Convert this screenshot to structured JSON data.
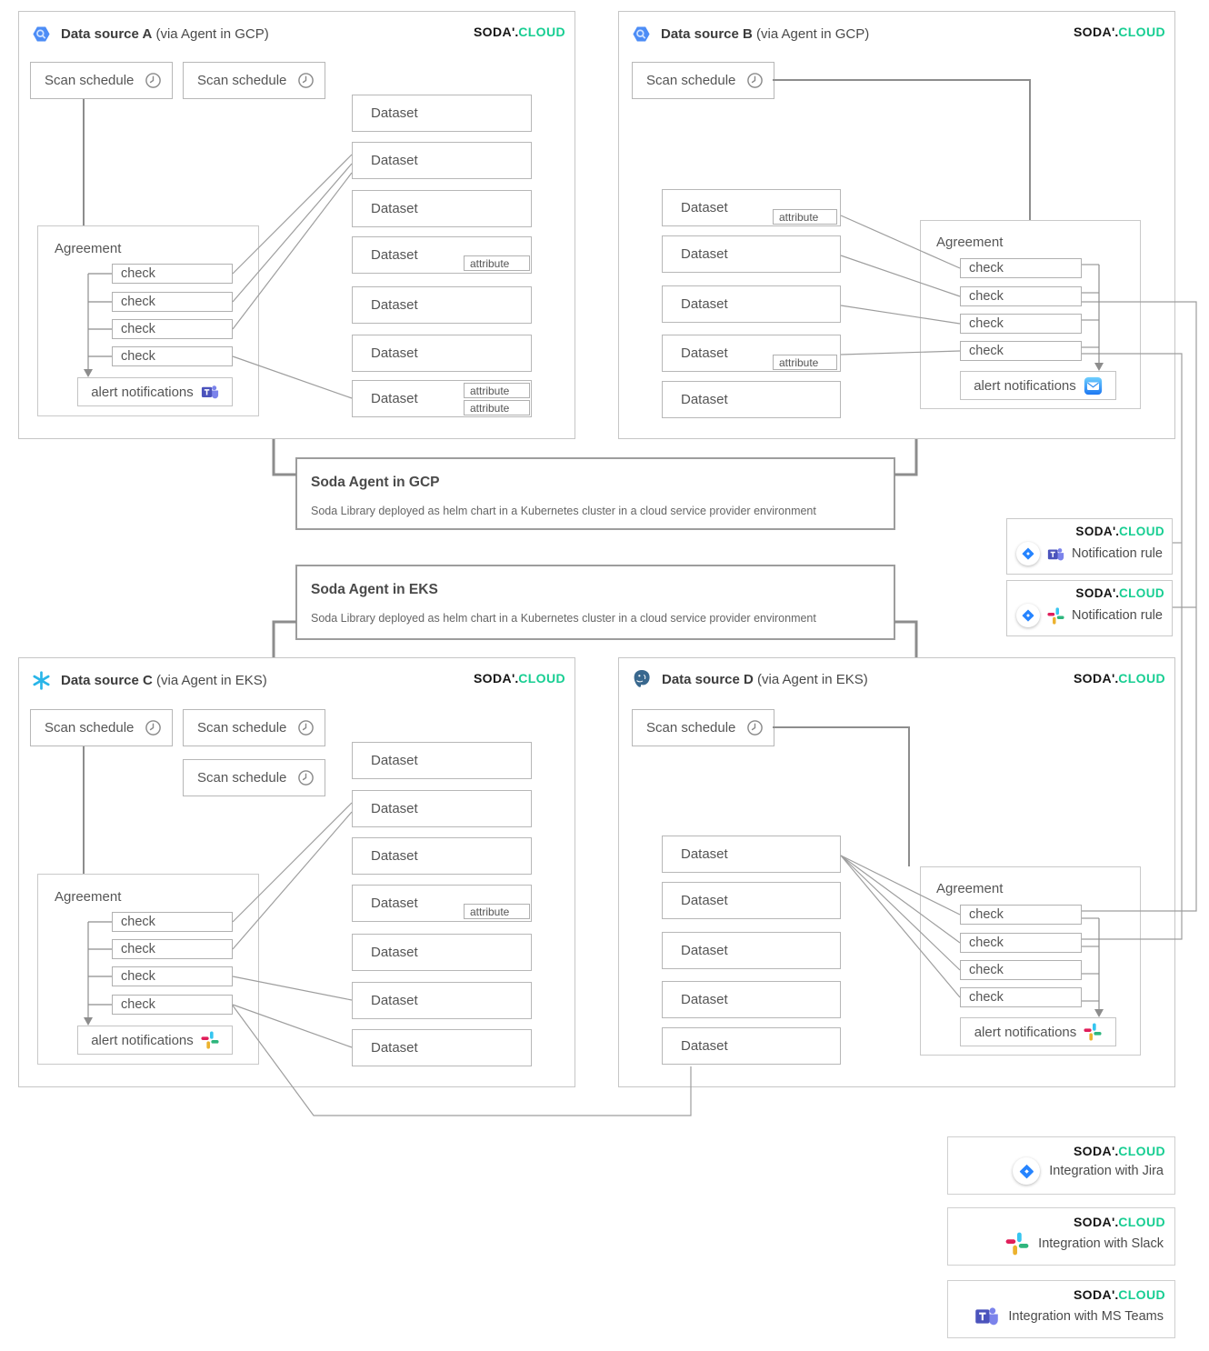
{
  "labels": {
    "dataset": "Dataset",
    "attribute": "attribute",
    "check": "check",
    "scan_schedule": "Scan schedule",
    "agreement": "Agreement",
    "alert_notifications": "alert notifications",
    "notification_rule": "Notification rule"
  },
  "logo": {
    "soda": "SODA",
    "mark": "'.",
    "cloud": "CLOUD"
  },
  "panels": {
    "a": {
      "title": "Data source A",
      "subtitle": "(via Agent in GCP)"
    },
    "b": {
      "title": "Data source B",
      "subtitle": "(via Agent in GCP)"
    },
    "c": {
      "title": "Data source C",
      "subtitle": "(via Agent in EKS)"
    },
    "d": {
      "title": "Data source D",
      "subtitle": "(via Agent in EKS)"
    }
  },
  "agents": {
    "gcp": {
      "title": "Soda Agent in GCP",
      "description": "Soda Library deployed as helm chart in a Kubernetes cluster in a cloud service provider environment"
    },
    "eks": {
      "title": "Soda Agent in EKS",
      "description": "Soda Library deployed as helm chart in a Kubernetes cluster in a cloud service provider environment"
    }
  },
  "integrations": {
    "jira": "Integration with Jira",
    "slack": "Integration with Slack",
    "ms_teams": "Integration with MS Teams"
  },
  "colors": {
    "cloud_green": "#17CE92",
    "line": "#9e9e9e",
    "connector": "#8d8d8d"
  }
}
